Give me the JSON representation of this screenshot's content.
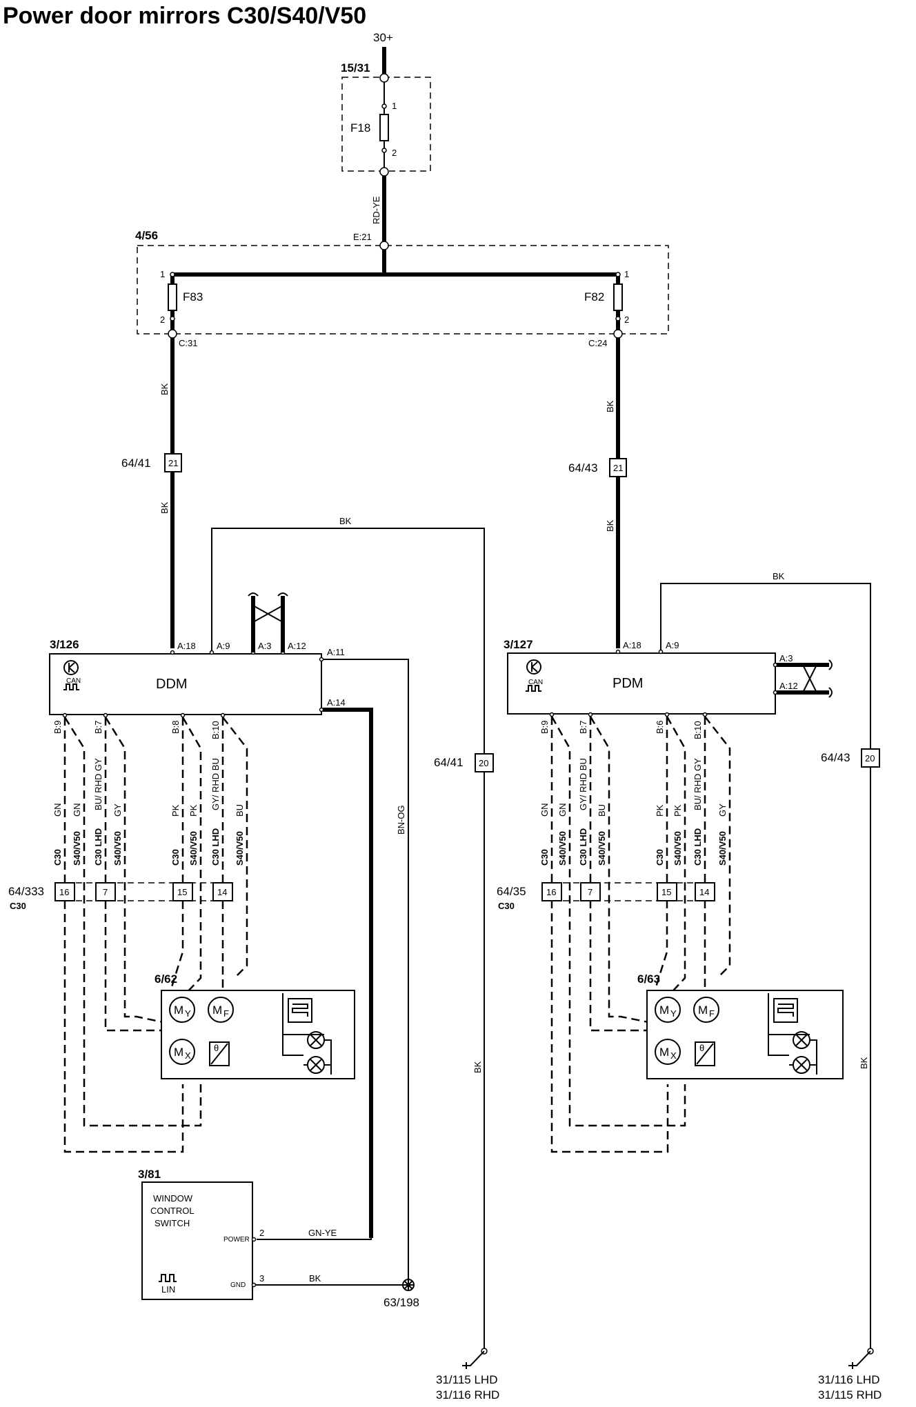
{
  "title": "Power door mirrors C30/S40/V50",
  "supply": "30+",
  "fusebox_1": {
    "id": "15/31",
    "fuse": "F18",
    "pin1": "1",
    "pin2": "2",
    "wire": "RD-YE"
  },
  "fusebox_2": {
    "id": "4/56",
    "input_pin": "E:21",
    "left": {
      "fuse": "F83",
      "pin1": "1",
      "pin2": "2",
      "out": "C:31"
    },
    "right": {
      "fuse": "F82",
      "pin1": "1",
      "pin2": "2",
      "out": "C:24"
    }
  },
  "wire_colors": {
    "bk": "BK",
    "bn_og": "BN-OG",
    "gn_ye": "GN-YE"
  },
  "connectors": {
    "left_41": {
      "id": "64/41",
      "pin": "21"
    },
    "right_43": {
      "id": "64/43",
      "pin": "21"
    },
    "left_41_gnd": {
      "id": "64/41",
      "pin": "20"
    },
    "right_43_gnd": {
      "id": "64/43",
      "pin": "20"
    },
    "left_c30": {
      "id": "64/333",
      "sub": "C30",
      "pins": [
        "16",
        "7",
        "15",
        "14"
      ]
    },
    "right_c30": {
      "id": "64/35",
      "sub": "C30",
      "pins": [
        "16",
        "7",
        "15",
        "14"
      ]
    }
  },
  "ddm": {
    "id": "3/126",
    "name": "DDM",
    "bus": "CAN",
    "top_pins": [
      "A:18",
      "A:9",
      "A:3",
      "A:12"
    ],
    "right_pins": [
      "A:11",
      "A:14"
    ],
    "bottom_pins": [
      "B:9",
      "B:7",
      "B:8",
      "B:10"
    ]
  },
  "pdm": {
    "id": "3/127",
    "name": "PDM",
    "bus": "CAN",
    "top_pins": [
      "A:18",
      "A:9"
    ],
    "right_pins": [
      "A:3",
      "A:12"
    ],
    "bottom_pins": [
      "B:9",
      "B:7",
      "B:6",
      "B:10"
    ]
  },
  "harness_labels": {
    "left": [
      {
        "variant": "C30",
        "color": "GN"
      },
      {
        "variant": "S40/V50",
        "color": "GN"
      },
      {
        "variant": "C30 LHD",
        "color": "BU/ RHD GY"
      },
      {
        "variant": "S40/V50",
        "color": "GY"
      },
      {
        "variant": "C30",
        "color": "PK"
      },
      {
        "variant": "S40/V50",
        "color": "PK"
      },
      {
        "variant": "C30 LHD",
        "color": "GY/ RHD BU"
      },
      {
        "variant": "S40/V50",
        "color": "BU"
      }
    ],
    "right": [
      {
        "variant": "C30",
        "color": "GN"
      },
      {
        "variant": "S40/V50",
        "color": "GN"
      },
      {
        "variant": "C30 LHD",
        "color": "GY/ RHD BU"
      },
      {
        "variant": "S40/V50",
        "color": "BU"
      },
      {
        "variant": "C30",
        "color": "PK"
      },
      {
        "variant": "S40/V50",
        "color": "PK"
      },
      {
        "variant": "C30 LHD",
        "color": "BU/ RHD GY"
      },
      {
        "variant": "S40/V50",
        "color": "GY"
      }
    ]
  },
  "mirror_left": {
    "id": "6/62",
    "motor_y": "M",
    "motor_y_sub": "Y",
    "motor_f": "M",
    "motor_f_sub": "F",
    "motor_x": "M",
    "motor_x_sub": "X",
    "sensor": "θ"
  },
  "mirror_right": {
    "id": "6/63",
    "motor_y": "M",
    "motor_y_sub": "Y",
    "motor_f": "M",
    "motor_f_sub": "F",
    "motor_x": "M",
    "motor_x_sub": "X",
    "sensor": "θ"
  },
  "switch": {
    "id": "3/81",
    "line1": "WINDOW",
    "line2": "CONTROL",
    "line3": "SWITCH",
    "bus": "LIN",
    "power_label": "POWER",
    "power_pin": "2",
    "gnd_label": "GND",
    "gnd_pin": "3"
  },
  "ground_point": "63/198",
  "ground_left": {
    "line1": "31/115 LHD",
    "line2": "31/116 RHD"
  },
  "ground_right": {
    "line1": "31/116 LHD",
    "line2": "31/115 RHD"
  }
}
